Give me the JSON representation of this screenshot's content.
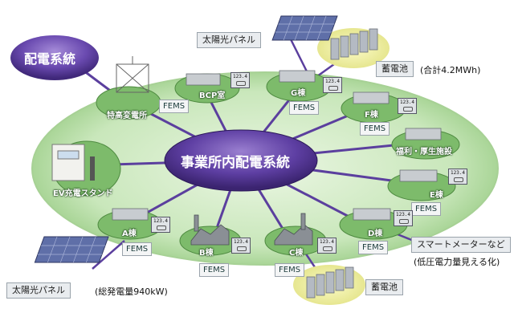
{
  "title_bubble": "配電系統",
  "center_label": "事業所内配電系統",
  "solar_top": {
    "label": "太陽光パネル"
  },
  "battery_top": {
    "label": "蓄電池",
    "note": "(合計4.2MWh)"
  },
  "solar_bottom": {
    "label": "太陽光パネル",
    "note": "(総発電量940kW)"
  },
  "battery_bottom": {
    "label": "蓄電池"
  },
  "smart_meter": {
    "line1": "スマートメーターなど",
    "line2": "(低圧電力量見える化)"
  },
  "fems": "FEMS",
  "meter_text": "123.4",
  "nodes": {
    "substation": "特高変電所",
    "bcp": "BCP室",
    "g": "G棟",
    "f": "F棟",
    "welfare": "福利・厚生施設",
    "e": "E棟",
    "d": "D棟",
    "c": "C棟",
    "b": "B棟",
    "a": "A棟",
    "ev": "EV充電スタンド"
  },
  "colors": {
    "ellipse": "#c6e5b8",
    "hub": "#5a3a9a",
    "spoke": "#5b3f9e",
    "node_green": "#6fb45e"
  }
}
